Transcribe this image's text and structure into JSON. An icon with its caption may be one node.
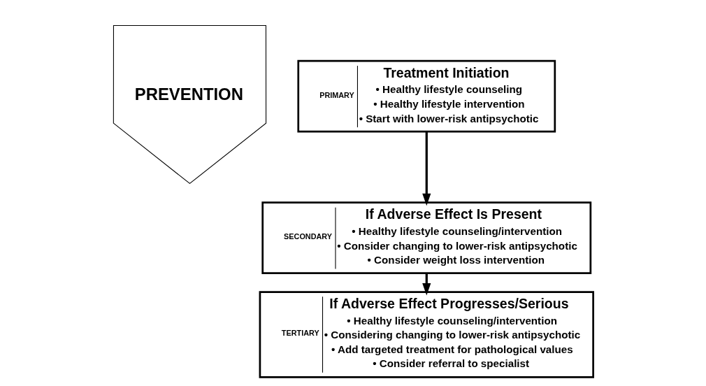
{
  "diagram": {
    "nodes": [
      {
        "text": [
          "PREVENTION"
        ]
      },
      {
        "text": [
          "PRIMARY",
          "Treatment Initiation",
          "• Healthy lifestyle counseling",
          "• Healthy lifestyle intervention",
          "• Start with lower-risk antipsychotic"
        ]
      },
      {
        "text": [
          "SECONDARY",
          "If Adverse Effect Is Present",
          "• Healthy lifestyle counseling/intervention",
          "• Consider changing to lower-risk antipsychotic",
          "• Consider weight loss intervention"
        ]
      },
      {
        "text": [
          "TERTIARY",
          "If Adverse Effect Progresses/Serious",
          "• Healthy lifestyle counseling/intervention",
          "• Considering changing to lower-risk antipsychotic",
          "• Add targeted treatment for pathological values",
          "• Consider referral to specialist"
        ]
      }
    ],
    "edges": [
      {
        "from": 1,
        "to": 2,
        "arrow": "to"
      },
      {
        "from": 2,
        "to": 3,
        "arrow": "to"
      }
    ]
  }
}
